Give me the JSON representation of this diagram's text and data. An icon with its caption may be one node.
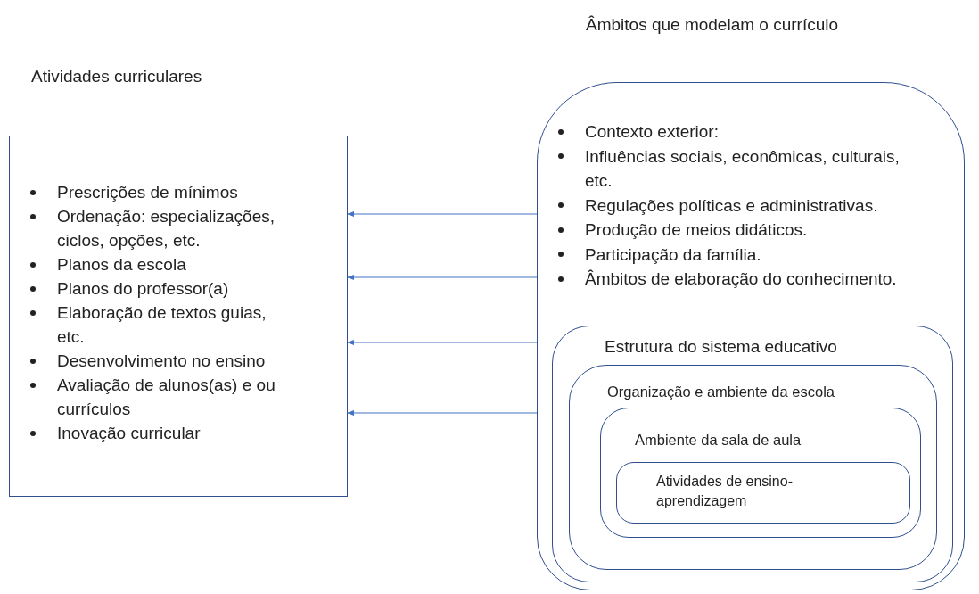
{
  "diagram": {
    "nodes": [
      {
        "text": [
          "Atividades curriculares",
          "Prescrições de mínimos",
          "Ordenação: especializações, ciclos, opções, etc.",
          "Planos da escola",
          "Planos do professor(a)",
          "Elaboração de textos guias, etc.",
          "Desenvolvimento no ensino",
          "Avaliação de alunos(as) e ou currículos",
          "Inovação curricular"
        ]
      },
      {
        "text": [
          "Âmbitos que modelam o currículo",
          "Contexto exterior:",
          "Influências sociais, econômicas, culturais, etc.",
          "Regulações políticas e administrativas.",
          "Produção de meios didáticos.",
          "Participação da família.",
          "Âmbitos de elaboração do conhecimento."
        ]
      },
      {
        "text": [
          "Estrutura do sistema educativo"
        ],
        "in": 1
      },
      {
        "text": [
          "Organização e ambiente da escola"
        ],
        "in": 2
      },
      {
        "text": [
          "Ambiente da sala de aula"
        ],
        "in": 3
      },
      {
        "text": [
          "Atividades de ensino-aprendizagem"
        ],
        "in": 4
      }
    ],
    "edges": [
      {
        "from": 1,
        "to": 0,
        "arrow": "to"
      },
      {
        "from": 1,
        "to": 0,
        "arrow": "to"
      },
      {
        "from": 1,
        "to": 0,
        "arrow": "to"
      },
      {
        "from": 1,
        "to": 0,
        "arrow": "to"
      }
    ]
  }
}
